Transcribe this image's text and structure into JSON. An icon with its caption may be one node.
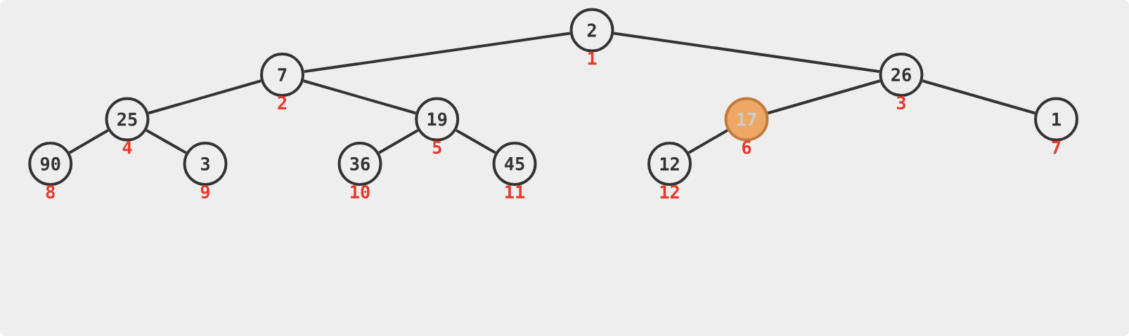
{
  "diagram": {
    "nodes": [
      {
        "text": [
          "2"
        ],
        "beside": [
          "1"
        ]
      },
      {
        "text": [
          "7"
        ],
        "beside": [
          "2"
        ]
      },
      {
        "text": [
          "26"
        ],
        "beside": [
          "3"
        ]
      },
      {
        "text": [
          "25"
        ],
        "beside": [
          "4"
        ]
      },
      {
        "text": [
          "19"
        ],
        "beside": [
          "5"
        ]
      },
      {
        "text": [
          "17"
        ],
        "beside": [
          "6"
        ]
      },
      {
        "text": [
          "1"
        ],
        "beside": [
          "7"
        ]
      },
      {
        "text": [
          "90"
        ],
        "beside": [
          "8"
        ]
      },
      {
        "text": [
          "3"
        ],
        "beside": [
          "9"
        ]
      },
      {
        "text": [
          "36"
        ],
        "beside": [
          "10"
        ]
      },
      {
        "text": [
          "45"
        ],
        "beside": [
          "11"
        ]
      },
      {
        "text": [
          "12"
        ],
        "beside": [
          "12"
        ]
      }
    ],
    "edges": [
      {
        "from": 0,
        "to": 1,
        "arrow": "none"
      },
      {
        "from": 0,
        "to": 2,
        "arrow": "none"
      },
      {
        "from": 1,
        "to": 3,
        "arrow": "none"
      },
      {
        "from": 1,
        "to": 4,
        "arrow": "none"
      },
      {
        "from": 2,
        "to": 5,
        "arrow": "none"
      },
      {
        "from": 2,
        "to": 6,
        "arrow": "none"
      },
      {
        "from": 3,
        "to": 7,
        "arrow": "none"
      },
      {
        "from": 3,
        "to": 8,
        "arrow": "none"
      },
      {
        "from": 4,
        "to": 9,
        "arrow": "none"
      },
      {
        "from": 4,
        "to": 10,
        "arrow": "none"
      },
      {
        "from": 5,
        "to": 11,
        "arrow": "none"
      }
    ]
  }
}
